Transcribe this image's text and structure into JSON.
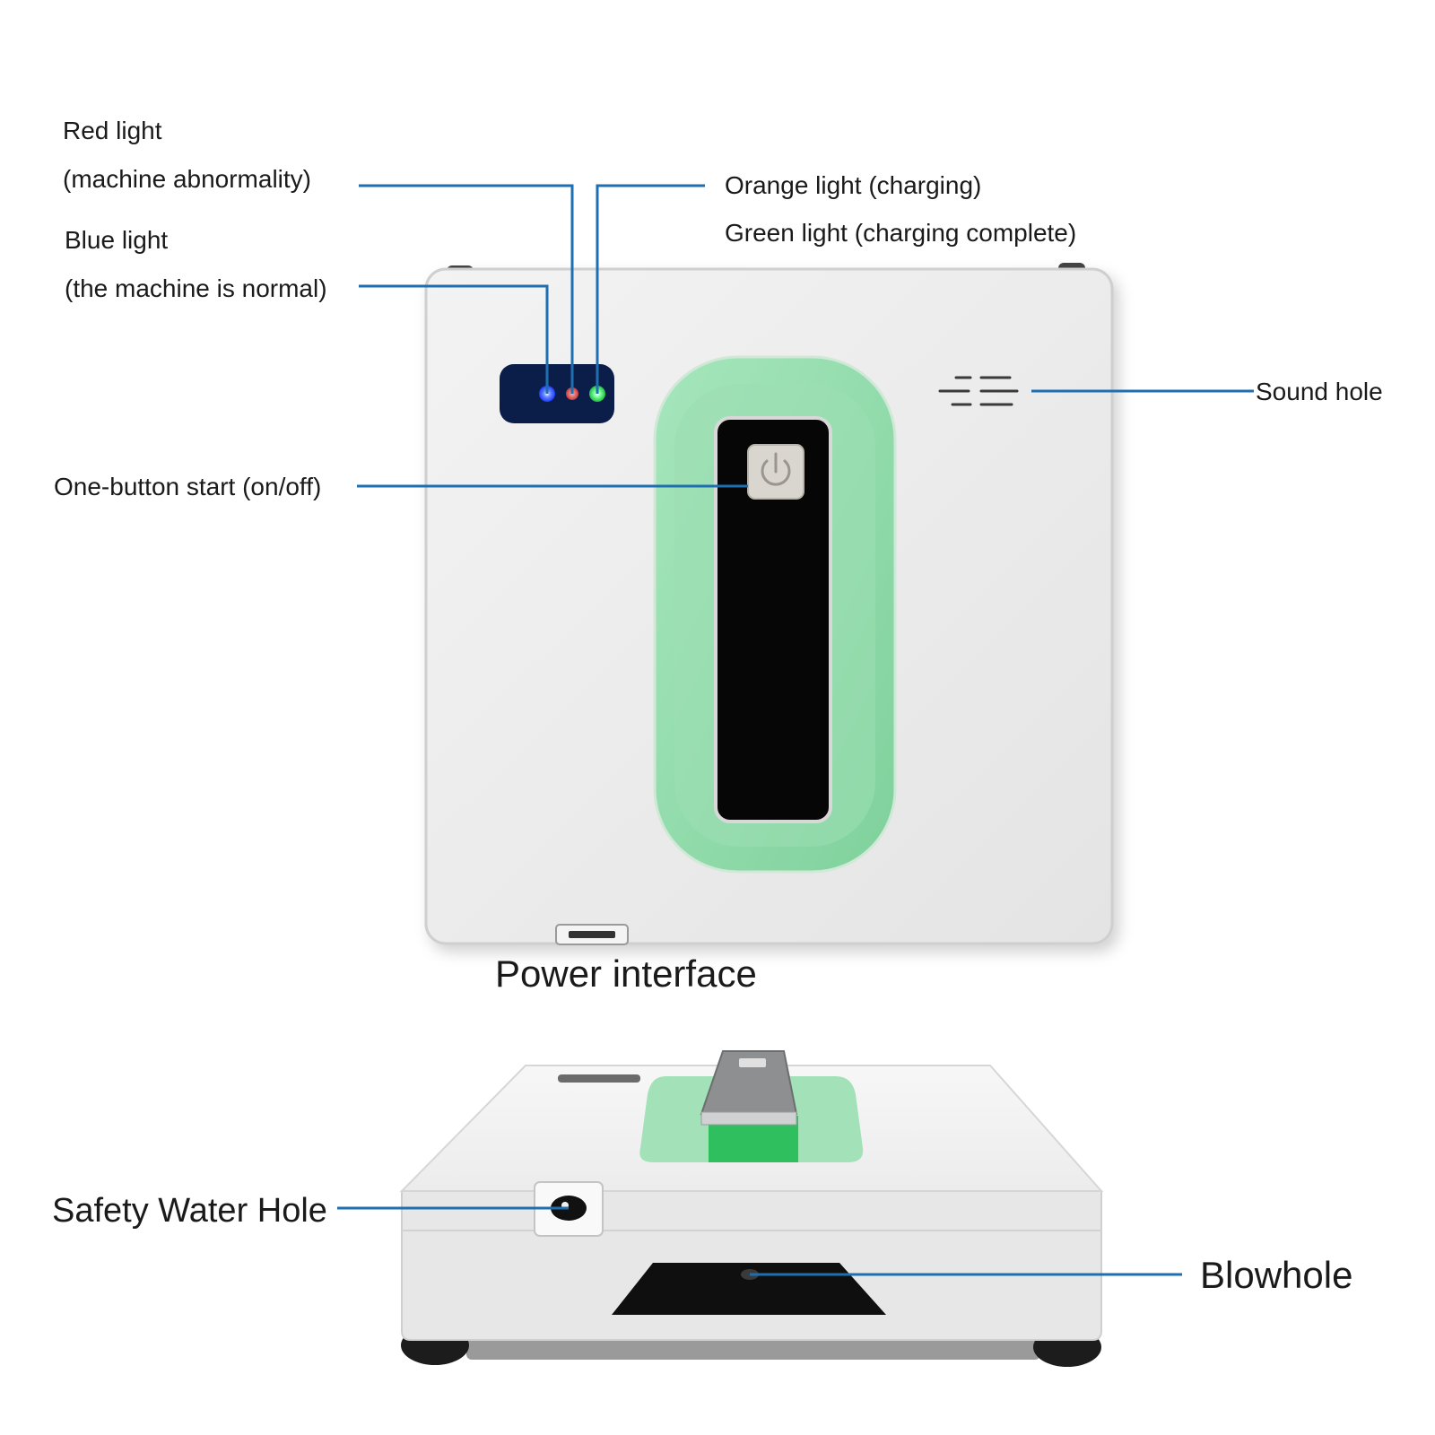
{
  "labels": {
    "red_light": "Red light",
    "red_light_desc": "(machine abnormality)",
    "blue_light": "Blue light",
    "blue_light_desc": "(the machine is normal)",
    "orange_light": "Orange light (charging)",
    "green_light": "Green light (charging complete)",
    "sound_hole": "Sound hole",
    "one_button": "One-button start (on/off)",
    "power_interface": "Power interface",
    "safety_water_hole": "Safety Water Hole",
    "blowhole": "Blowhole"
  },
  "colors": {
    "leader_line": "#1f6fb0",
    "body": "#ececec",
    "accent_green": "#8fd9a8",
    "indicator_blue": "#2a5bff",
    "indicator_red": "#e05050",
    "indicator_green": "#40e060"
  },
  "icons": [
    "power-icon",
    "sound-hole-icon"
  ]
}
